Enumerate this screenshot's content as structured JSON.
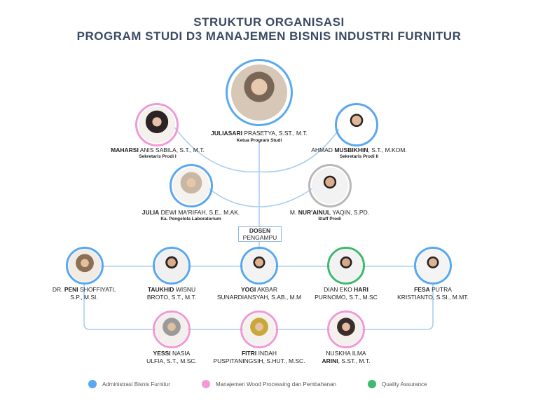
{
  "title": {
    "line1": "STRUKTUR ORGANISASI",
    "line2": "PROGRAM STUDI D3 MANAJEMEN BISNIS INDUSTRI FURNITUR"
  },
  "colors": {
    "blue": "#5aa8f0",
    "pink": "#f09ad6",
    "green": "#3dba6e",
    "gray": "#b8b8b8",
    "line": "#a8cff0"
  },
  "leadership": {
    "head": {
      "name_bold": "JULIASARI",
      "name_rest": " PRASETYA, S.ST., M.T.",
      "role": "Ketua Program Studi"
    },
    "secretary1": {
      "name_bold": "MAHARSI",
      "name_rest": " ANIS SABILA, S.T., M.T.",
      "role": "Sekretaris Prodi I"
    },
    "secretary2": {
      "name_pre": "AHMAD ",
      "name_bold": "MUSBIKHIN",
      "name_rest": ", S.T., M.KOM.",
      "role": "Sekretaris Prodi II"
    },
    "lab": {
      "name_bold": "JULIA",
      "name_rest": " DEWI MA'RIFAH, S.E., M.AK.",
      "role": "Ka. Pengelola Laboratorium"
    },
    "staff": {
      "name_pre": "M. ",
      "name_bold": "NUR'AINUL",
      "name_rest": " YAQIN, S.PD.",
      "role": "Staff Prodi"
    }
  },
  "dosen_box": {
    "line1": "DOSEN",
    "line2": "PENGAMPU"
  },
  "lecturers": [
    {
      "l1_pre": "DR. ",
      "l1_bold": "PENI",
      "l1_rest": " SHOFFIYATI,",
      "l2": "S.P., M.SI."
    },
    {
      "l1_pre": "",
      "l1_bold": "TAUKHID",
      "l1_rest": " WISNU",
      "l2": "BROTO, S.T., M.T."
    },
    {
      "l1_pre": "",
      "l1_bold": "YOGI",
      "l1_rest": " AKBAR",
      "l2": "SUNARDIANSYAH, S.AB., M.M"
    },
    {
      "l1_pre": "DIAN EKO ",
      "l1_bold": "HARI",
      "l1_rest": "",
      "l2": "PURNOMO, S.T., M.SC"
    },
    {
      "l1_pre": "",
      "l1_bold": "FESA",
      "l1_rest": " PUTRA",
      "l2": "KRISTIANTO, S.SI., M.MT."
    },
    {
      "l1_pre": "",
      "l1_bold": "YESSI",
      "l1_rest": " NASIA",
      "l2": "ULFIA, S.T., M.SC."
    },
    {
      "l1_pre": "",
      "l1_bold": "FITRI",
      "l1_rest": " INDAH",
      "l2": "PUSPITANINGSIH, S.HUT., M.SC."
    },
    {
      "l1_pre": "NUSKHA ILMA",
      "l1_bold": "",
      "l1_rest": "",
      "l2_bold": "ARINI",
      "l2": ", S.ST., M.T."
    }
  ],
  "legend": {
    "blue": "Administrasi Bisnis Furnitur",
    "pink": "Manajemen Wood Processing dan Pembahanan",
    "green": "Quality Assurance"
  }
}
